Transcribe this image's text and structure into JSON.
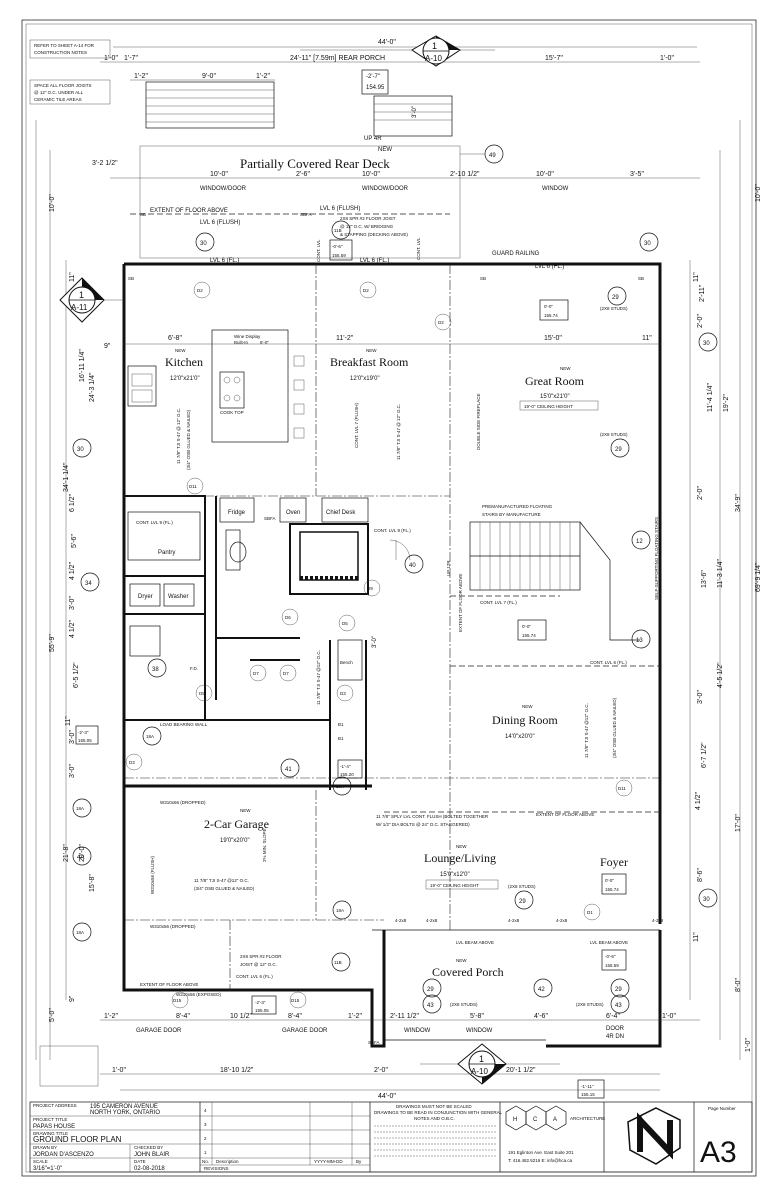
{
  "notes": {
    "refer": [
      "REFER TO SHEET A-14 FOR",
      "CONSTRUCTION NOTES"
    ],
    "space": [
      "SPACE ALL FLOOR JOISTS",
      "@ 12\" O.C. UNDER ALL",
      "CERAMIC TILE AREAS"
    ]
  },
  "rooms": {
    "deck": {
      "label": "Partially Covered Rear Deck"
    },
    "kitchen": {
      "label": "Kitchen",
      "size": "12'0\"x21'0\""
    },
    "breakfast": {
      "label": "Breakfast Room",
      "size": "12'0\"x19'0\""
    },
    "great": {
      "label": "Great Room",
      "size": "15'0\"x21'0\"",
      "note": "19'-0\" CEILING HEIGHT"
    },
    "dining": {
      "label": "Dining Room",
      "size": "14'0\"x20'0\""
    },
    "garage": {
      "label": "2-Car Garage",
      "size": "19'0\"x20'0\""
    },
    "lounge": {
      "label": "Lounge/Living",
      "size": "15'0\"x12'0\"",
      "note": "19'-0\" CEILING HEIGHT"
    },
    "foyer": {
      "label": "Foyer"
    },
    "porch": {
      "label": "Covered Porch"
    },
    "new": "NEW"
  },
  "labels": {
    "pantry": "Pantry",
    "fridge": "Fridge",
    "oven": "Oven",
    "chief_desk": "Chief Desk",
    "dryer": "Dryer",
    "washer": "Washer",
    "wine": [
      "Wine Display",
      "Built-In",
      "6'-0\""
    ],
    "cooktop": "COOK TOP",
    "bench": "Bench",
    "fd": "F.D.",
    "guard": "GUARD RAILING",
    "stairs_note": [
      "PREMANUFACTURED FLOATING",
      "STAIRS BY MANUFACTURE"
    ],
    "self_supporting": "SELF-SUPPORTING FLOATING STAIRS",
    "load_bearing": "LOAD BEARING WALL",
    "extent_above": "EXTENT OF FLOOR ABOVE",
    "extent_above_left": "EXTENT OF FLOOR ABOVE",
    "extent_floor_left": "EXTENT OF FLOOR ABOVE",
    "rear_porch": "24'-11\" [7.59m] REAR PORCH",
    "up4r": "UP 4R",
    "window_door": "WINDOW/DOOR",
    "window": "WINDOW",
    "garage_door": "GARAGE DOOR",
    "door4r": "DOOR",
    "dn4r": "4R DN",
    "double_fireplace": "DOUBLE SIDE FIREPLACE",
    "two_x_eight": "(2X8 STUDS)",
    "lvl_beam_above": "LVL BEAM ABOVE",
    "lvl6_flush": "LVL 6 (FLUSH)",
    "lvl6_fl": "LVL 6 (FL.)",
    "cont_lvl6_fl": "CONT. LVL 6 (FL.)",
    "cont_lvl7_fl": "CONT. LVL 7 (FL.)",
    "cont_lvl9_fl": "CONT. LVL 9 (FL.)",
    "cont_lvl7_flush": "CONT. LVL 7 (FLUSH)",
    "cont_lvl": "CONT. LVL",
    "up17r": "UP 17R",
    "w310_dropped": "W310x56 (DROPPED)",
    "w310_exposed": "W310x56 (EXPOSED)",
    "w310_flush": "W310x56 (FLUSH)",
    "spr_joist_top": [
      "2X8 SPR.#2 FLOOR JOIST",
      "@ 12\" O.C. W/ BRIDGING",
      "& STAPPING (DECKING ABOVE)"
    ],
    "spr_joist_porch": [
      "2X8 SPR.#2 FLOOR",
      "JOIST @ 12\" O.C."
    ],
    "tji_great": [
      "11 7/8\" TJI S-47 @ 12\" O.C.",
      "(3/4\" OSB GLUED & NAILED)"
    ],
    "tji_garage": [
      "11 7/8\" TJI S-47 @12\" O.C.",
      "(3/4\" OSB GLUED & NAILED)"
    ],
    "sply": [
      "11 7/8\" SPLY LVL CONT. FLUSH (BOLTED TOGETHER",
      "W/ 1/2\" DIA BOLTS @ 24\" O.C. STAGGERED)"
    ],
    "slope": "2% MIN. SLOPE",
    "sb": "SB",
    "sbfa": "SBFA",
    "four_2x8": "4-2x8",
    "b1": "B1"
  },
  "dims": {
    "top_overall": "44'-0\"",
    "top_left": "1'-0\"",
    "top_left2": "1'-7\"",
    "top_right_a": "15'-7\"",
    "top_right_b": "1'-0\"",
    "top_b1": "1'-2\"",
    "top_b2": "9'-0\"",
    "top_b3": "1'-2\"",
    "deck_left": "3'-2 1/2\"",
    "deck_b1": "10'-0\"",
    "deck_b2": "2'-6\"",
    "deck_b3": "10'-0\"",
    "deck_b4": "2'-10 1/2\"",
    "deck_b5": "10'-0\"",
    "deck_b6": "3'-5\"",
    "deck_stair": "3'-0\"",
    "bot_overall": "44'-0\"",
    "bot_b1": "1'-2\"",
    "bot_b2": "8'-4\"",
    "bot_b3": "10 1/2\"",
    "bot_b4": "8'-4\"",
    "bot_b5": "1'-2\"",
    "bot_b6": "2'-11 1/2\"",
    "bot_b7": "5'-8\"",
    "bot_b8": "4'-6\"",
    "bot_b9": "6'-4\"",
    "bot_b10": "1'-0\"",
    "bot2_a": "18'-10 1/2\"",
    "bot2_b": "2'-0\"",
    "bot2_c": "20'-1 1/2\"",
    "bot2_d": "1'-0\"",
    "left_outer": "55'-9\"",
    "left_a": "10'-0\"",
    "left_b": "34'-1 1/4\"",
    "left_c": "21'-8\"",
    "left_d": "5'-0\"",
    "left_in1": "16'-11 1/4\"",
    "left_in2": "24'-3 1/4\"",
    "left_in3": "20'-0\"",
    "left_in4": "15'-8\"",
    "left_s1": "11\"",
    "left_s2": "6 1/2\"",
    "left_s3": "5'-6\"",
    "left_s4": "4 1/2\"",
    "left_s5": "3'-0\"",
    "left_s6": "4 1/2\"",
    "left_s7": "6'-5 1/2\"",
    "left_s8": "3'-0\"",
    "left_s9": "11\"",
    "left_s10": "3'-0\"",
    "left_s11": "9\"",
    "right_outer": "69'-9 1/4\"",
    "right_a": "10'-0\"",
    "right_b": "34'-9\"",
    "right_c": "17'-0\"",
    "right_d": "8'-0\"",
    "right_e": "1'-0\"",
    "right_in1": "11\"",
    "right_in2": "2'-11\"",
    "right_in3": "2'-0\"",
    "right_in4": "11'-4 1/4\"",
    "right_in5": "19'-2\"",
    "right_in6": "2'-0\"",
    "right_in7": "13'-6\"",
    "right_in8": "11'-3 1/4\"",
    "right_in9": "3'-0\"",
    "right_in10": "4'-5 1/2\"",
    "right_in11": "6'-7 1/2\"",
    "right_in12": "4 1/2\"",
    "right_in13": "8'-6\"",
    "right_in14": "11\"",
    "k_6_8": "6'-8\"",
    "k_9": "9\"",
    "k_11_2": "11'-2\"",
    "k_15": "15'-0\"",
    "k_11": "11\"",
    "stair_3": "3'-0\"",
    "d9_3": "3'-0\"",
    "d5_3": "3'-0\"",
    "fd_9": "9'-0\""
  },
  "elevations": {
    "e1": {
      "top": "-2'-7\"",
      "bottom": "154.95"
    },
    "e2": {
      "top": "-0'-6\"",
      "bottom": "155.59"
    },
    "e3": {
      "top": "0'-0\"",
      "bottom": "155.74"
    },
    "e4": {
      "top": "0'-0\"",
      "bottom": "155.74"
    },
    "e5": {
      "top": "-2'-3\"",
      "bottom": "155.05"
    },
    "e6": {
      "top": "-1'-4\"",
      "bottom": "155.20"
    },
    "e7": {
      "top": "0'-0\"",
      "bottom": "155.74"
    },
    "e8": {
      "top": "-0'-6\"",
      "bottom": "155.59"
    },
    "e9": {
      "top": "-2'-3\"",
      "bottom": "155.05"
    },
    "e10": {
      "top": "-1'-11\"",
      "bottom": "155.15"
    }
  },
  "callouts": {
    "c49": "49",
    "c30": "30",
    "c11b": "11B",
    "c12": "12",
    "c13": "13",
    "c29": "29",
    "c34": "34",
    "c38": "38",
    "c40": "40",
    "c41": "41",
    "c42": "42",
    "c43": "43",
    "c4a": "4A",
    "c18a": "18A"
  },
  "doors": {
    "d1": "D1",
    "d2": "D2",
    "d3": "D3",
    "d5": "D5",
    "d6": "D6",
    "d7": "D7",
    "d9": "D9",
    "d11": "D11",
    "d15": "D15"
  },
  "sections": {
    "top": {
      "num": "1",
      "sheet": "A-10"
    },
    "left": {
      "num": "1",
      "sheet": "A-11"
    },
    "bottom": {
      "num": "1",
      "sheet": "A-10"
    }
  },
  "titleblock": {
    "project_address_label": "PROJECT ADDRESS",
    "address_1": "195 CAMERON AVENUE",
    "address_2": "NORTH YORK, ONTARIO",
    "project_title_label": "PROJECT TITLE",
    "project_title": "PAPAS HOUSE",
    "drawing_title_label": "DRAWING TITLE",
    "drawing_title": "GROUND FLOOR PLAN",
    "drawn_label": "DRAWN BY",
    "drawn_by": "JORDAN D'ASCENZO",
    "checked_label": "CHECKED BY",
    "checked_by": "JOHN BLAIR",
    "scale_label": "SCALE",
    "scale": "3/16\"=1'-0\"",
    "date_label": "DATE",
    "date": "02-08-2018",
    "rev_nums": [
      "4",
      "3",
      "2",
      "1"
    ],
    "no_label": "No.",
    "desc_label": "Description",
    "date_col": "YYYY-MM-DD",
    "by_label": "By",
    "revisions_label": "REVISIONS",
    "warn_1": "DRAWINGS MUST NOT BE SCALED",
    "warn_2": "DRAWINGS TO BE READ IN CONJUNCTION WITH GENERAL",
    "warn_3": "NOTES AND O.B.C.",
    "firm_letters": [
      "H",
      "C",
      "A"
    ],
    "firm_name": "ARCHITECTURE",
    "firm_address": "191 Eglinton Ave. East Suite 201",
    "firm_contact": "T: 416.482.5216  E: info@hca.ca",
    "north_arrow": "NORTH ARROW",
    "page_number_label": "Page Number",
    "page": "A3"
  }
}
